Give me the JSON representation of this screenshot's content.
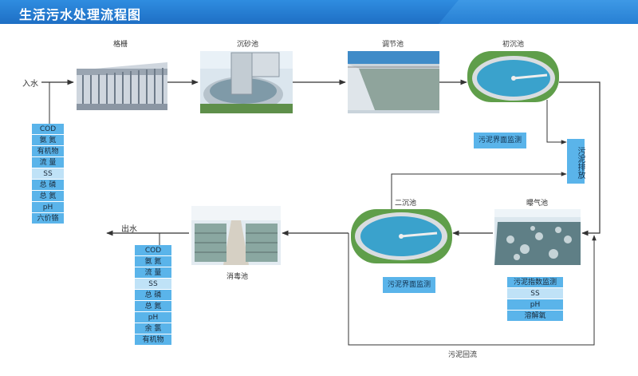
{
  "title": "生活污水处理流程图",
  "colors": {
    "title_bar": "#1e6fc4",
    "param_dark": "#5ab4ea",
    "param_light": "#bfe2f7",
    "line": "#333333"
  },
  "flow": {
    "inlet_label": "入水",
    "outlet_label": "出水",
    "sludge_return_label": "污泥回流"
  },
  "stages": {
    "screen": "格栅",
    "grit_chamber": "沉砂池",
    "equalization_tank": "调节池",
    "primary_clarifier": "初沉池",
    "aeration_tank": "曝气池",
    "secondary_clarifier": "二沉池",
    "disinfection_tank": "消毒池"
  },
  "monitors": {
    "primary_sludge_level": "污泥界面监测",
    "secondary_sludge_level": "污泥界面监测",
    "sludge_discharge": "污泥排放"
  },
  "inlet_parameters": [
    "COD",
    "氨 氮",
    "有机物",
    "流 量",
    "SS",
    "总 磷",
    "总 氮",
    "pH",
    "六价铬"
  ],
  "aeration_parameters": [
    "污泥指数监测",
    "SS",
    "pH",
    "溶解氧"
  ],
  "outlet_parameters": [
    "COD",
    "氨 氮",
    "流 量",
    "SS",
    "总 磷",
    "总 氮",
    "pH",
    "余 氯",
    "有机物"
  ]
}
